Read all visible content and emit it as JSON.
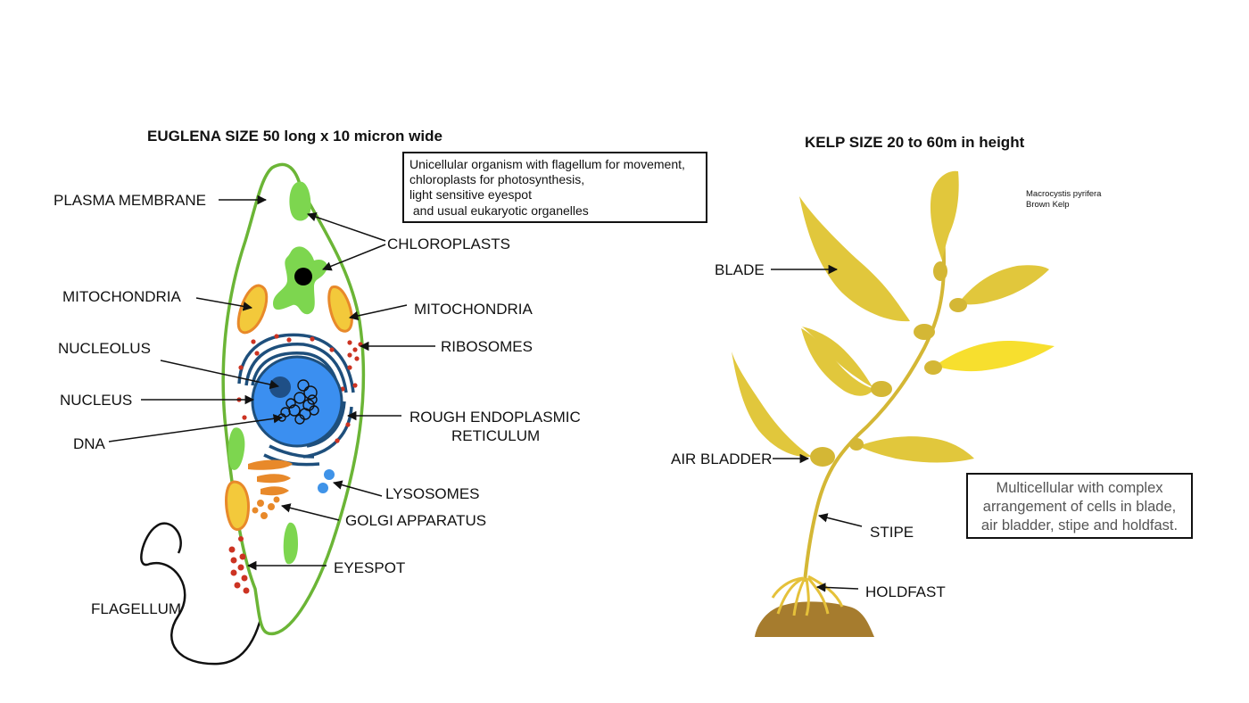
{
  "euglena": {
    "title": "EUGLENA SIZE 50 long x 10 micron wide",
    "description": [
      "Unicellular organism with flagellum for movement,",
      "chloroplasts for photosynthesis,",
      "light sensitive eyespot",
      " and usual eukaryotic organelles"
    ],
    "labels": {
      "plasma_membrane": "PLASMA MEMBRANE",
      "chloroplasts": "CHLOROPLASTS",
      "mitochondria_left": "MITOCHONDRIA",
      "mitochondria_right": "MITOCHONDRIA",
      "nucleolus": "NUCLEOLUS",
      "ribosomes": "RIBOSOMES",
      "nucleus": "NUCLEUS",
      "rer_line1": "ROUGH ENDOPLASMIC",
      "rer_line2": "RETICULUM",
      "dna": "DNA",
      "lysosomes": "LYSOSOMES",
      "golgi": "GOLGI APPARATUS",
      "eyespot": "EYESPOT",
      "flagellum": "FLAGELLUM"
    }
  },
  "kelp": {
    "title": "KELP SIZE 20 to 60m in height",
    "species_line1": "Macrocystis pyrifera",
    "species_line2": "Brown Kelp",
    "description": [
      "Multicellular with complex",
      "arrangement of cells in blade,",
      "air bladder, stipe and holdfast."
    ],
    "labels": {
      "blade": "BLADE",
      "air_bladder": "AIR BLADDER",
      "stipe": "STIPE",
      "holdfast": "HOLDFAST"
    }
  },
  "colors": {
    "membrane": "#6bb536",
    "chloroplast": "#7dd64f",
    "nucleus": "#3b8ff0",
    "nucleolus": "#1f4f86",
    "er": "#1e4f7c",
    "ribosome": "#cc3322",
    "mito_fill": "#f3c93b",
    "mito_edge": "#e8892a",
    "golgi": "#e8892a",
    "lysosome": "#3f93e8",
    "kelp_blade": "#e1c73c",
    "kelp_bright": "#f7df2e",
    "kelp_stipe": "#d4b735",
    "soil": "#a67c2e"
  }
}
